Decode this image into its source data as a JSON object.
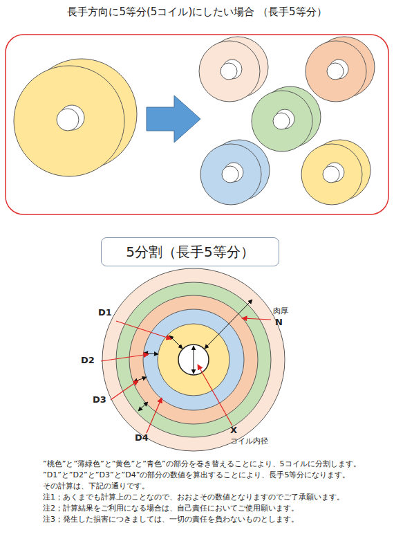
{
  "diagram": {
    "title": "長手方向に5等分(5コイル)にしたい場合 （長手5等分）",
    "nodes": [
      {
        "text": [
          "5分割（長手5等分）"
        ]
      }
    ],
    "labels": [
      "D1",
      "D2",
      "D3",
      "D4",
      "肉厚",
      "N",
      "X",
      "コイル内径",
      "”桃色”と”薄緑色”と”黄色”と”青色”の部分を巻き替えることにより、5コイルに分割します。",
      "”D1”と”D2”と”D3”と”D4”の部分の数値を算出することにより、長手5等分になります。",
      "その計算は、下記の通りです。",
      "注1；あくまでも計算上のことなので、おおよその数値となりますのでご了承願います。",
      "注2；計算結果をご利用になる場合は、自己責任においてご使用願います。",
      "注3；発生した損害につきましては、一切の責任を負わないものとします。"
    ]
  }
}
